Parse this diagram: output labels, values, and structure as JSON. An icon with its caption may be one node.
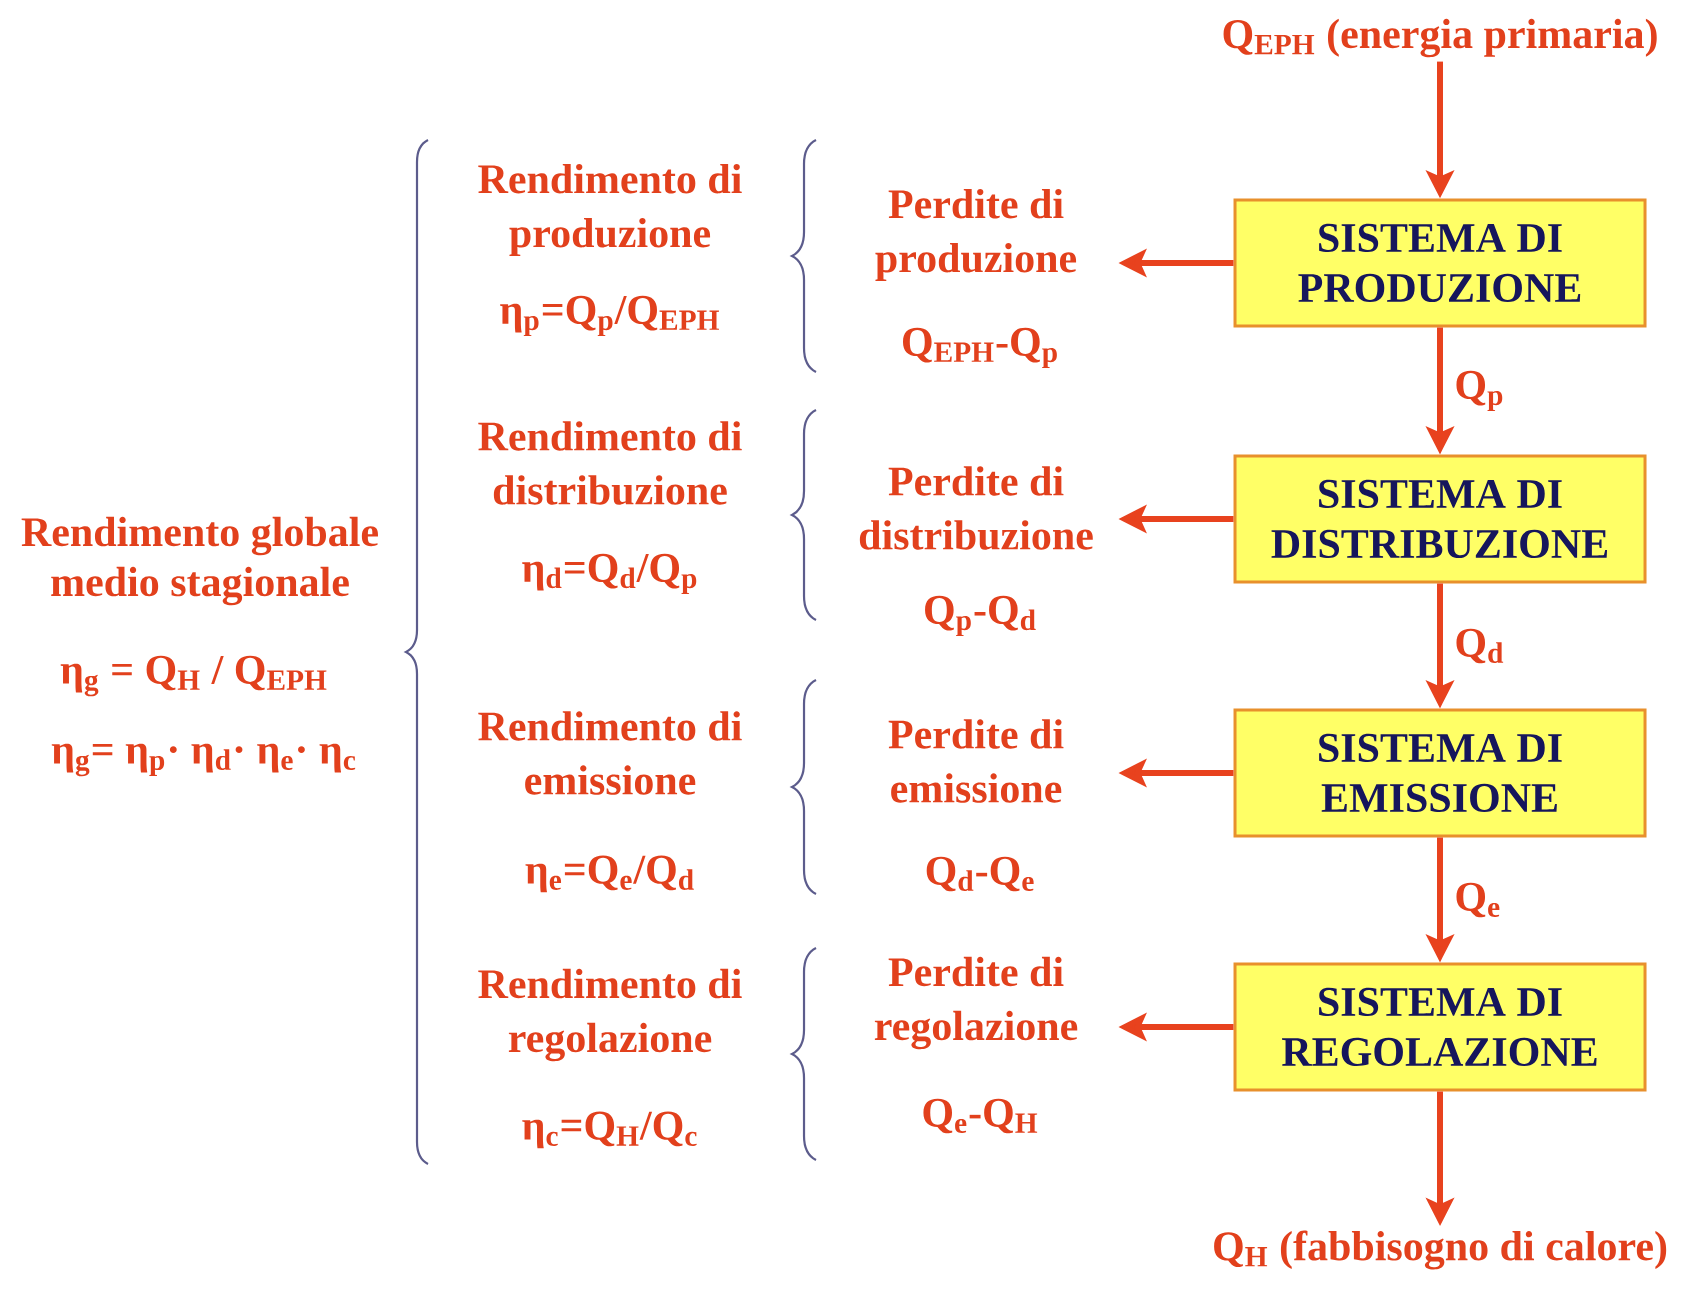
{
  "diagram": {
    "nodes": [
      {
        "text": [
          "Q$_{EPH}$ (energia primaria)"
        ]
      },
      {
        "text": [
          "SISTEMA DI PRODUZIONE"
        ]
      },
      {
        "text": [
          "SISTEMA DI DISTRIBUZIONE"
        ]
      },
      {
        "text": [
          "SISTEMA DI EMISSIONE"
        ]
      },
      {
        "text": [
          "SISTEMA DI REGOLAZIONE"
        ]
      },
      {
        "text": [
          "Q$_{H}$ (fabbisogno di calore)"
        ]
      },
      {
        "text": [
          "Perdite di produzione"
        ],
        "beside": [
          "Q$_{EPH}$-Q$_{p}$"
        ]
      },
      {
        "text": [
          "Perdite di distribuzione"
        ],
        "beside": [
          "Q$_{p}$-Q$_{d}$"
        ]
      },
      {
        "text": [
          "Perdite di emissione"
        ],
        "beside": [
          "Q$_{d}$-Q$_{e}$"
        ]
      },
      {
        "text": [
          "Perdite di regolazione"
        ],
        "beside": [
          "Q$_{e}$-Q$_{H}$"
        ]
      }
    ],
    "edges": [
      {
        "from": 0,
        "to": 1,
        "arrow": "to"
      },
      {
        "from": 1,
        "to": 6,
        "arrow": "to"
      },
      {
        "from": 1,
        "to": 2,
        "arrow": "to",
        "label": "Q$_{p}$"
      },
      {
        "from": 2,
        "to": 7,
        "arrow": "to"
      },
      {
        "from": 2,
        "to": 3,
        "arrow": "to",
        "label": "Q$_{d}$"
      },
      {
        "from": 3,
        "to": 8,
        "arrow": "to"
      },
      {
        "from": 3,
        "to": 4,
        "arrow": "to",
        "label": "Q$_{e}$"
      },
      {
        "from": 4,
        "to": 9,
        "arrow": "to"
      },
      {
        "from": 4,
        "to": 5,
        "arrow": "to"
      }
    ],
    "labels": [
      "Rendimento globale medio stagionale",
      "η$_{g}$ = Q$_{H}$ / Q$_{EPH}$",
      "η$_{g}$= η$_{p}$· η$_{d}$· η$_{e}$· η$_{c}$",
      "Rendimento di produzione",
      "η$_{p}$=Q$_{p}$/Q$_{EPH}$",
      "Rendimento di distribuzione",
      "η$_{d}$=Q$_{d}$/Q$_{p}$",
      "Rendimento di emissione",
      "η$_{e}$=Q$_{e}$/Q$_{d}$",
      "Rendimento di regolazione",
      "η$_{c}$=Q$_{H}$/Q$_{c}$"
    ]
  }
}
